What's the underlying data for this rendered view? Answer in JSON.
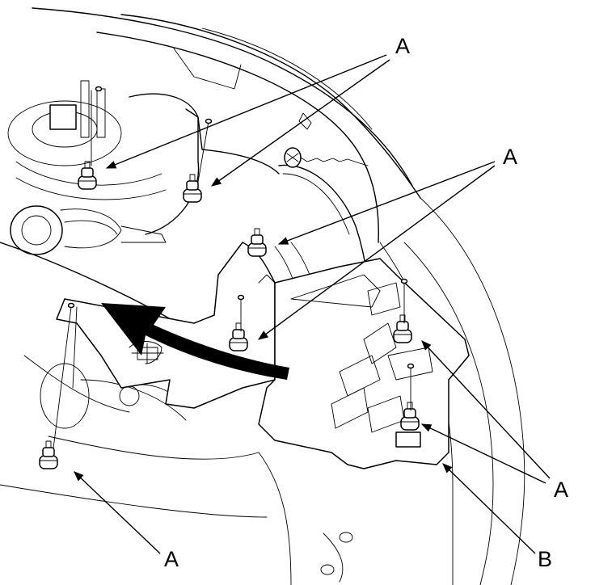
{
  "diagram": {
    "callouts": [
      {
        "id": "a1",
        "text": "A"
      },
      {
        "id": "a2",
        "text": "A"
      },
      {
        "id": "a3",
        "text": "A"
      },
      {
        "id": "a4",
        "text": "A"
      },
      {
        "id": "b1",
        "text": "B"
      }
    ]
  }
}
